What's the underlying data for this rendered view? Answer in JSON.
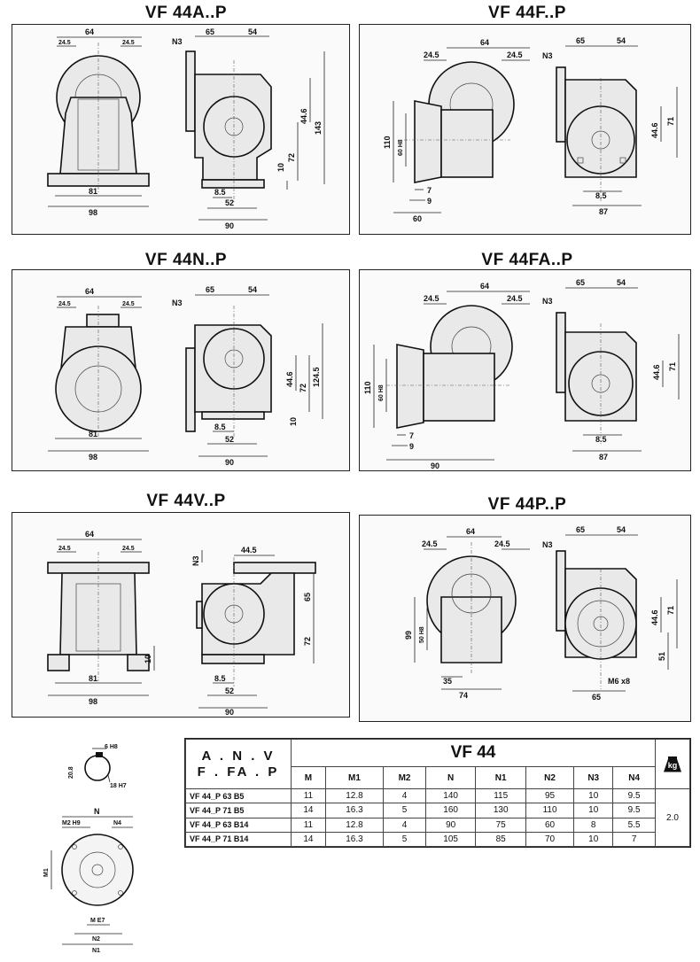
{
  "panels": [
    {
      "title": "VF 44A..P",
      "dims": [
        "64",
        "24.5",
        "24.5",
        "81",
        "98",
        "N3",
        "65",
        "54",
        "44.6",
        "143",
        "72",
        "10",
        "8.5",
        "52",
        "90"
      ]
    },
    {
      "title": "VF 44F..P",
      "dims": [
        "64",
        "24.5",
        "24.5",
        "110",
        "60 H8",
        "7",
        "9",
        "60",
        "N3",
        "65",
        "54",
        "44.6",
        "71",
        "8.5",
        "87"
      ]
    },
    {
      "title": "VF 44N..P",
      "dims": [
        "64",
        "24.5",
        "24.5",
        "81",
        "98",
        "N3",
        "65",
        "54",
        "44.6",
        "124.5",
        "72",
        "10",
        "8.5",
        "52",
        "90"
      ]
    },
    {
      "title": "VF 44FA..P",
      "dims": [
        "64",
        "24.5",
        "24.5",
        "110",
        "60 H8",
        "7",
        "9",
        "90",
        "N3",
        "65",
        "54",
        "44.6",
        "71",
        "8.5",
        "87"
      ]
    },
    {
      "title": "VF 44V..P",
      "dims": [
        "64",
        "24.5",
        "24.5",
        "10",
        "81",
        "98",
        "N3",
        "44.5",
        "65",
        "72",
        "8.5",
        "52",
        "90"
      ]
    },
    {
      "title": "VF 44P..P",
      "dims": [
        "64",
        "24.5",
        "24.5",
        "99",
        "50 H8",
        "35",
        "74",
        "N3",
        "65",
        "54",
        "44.6",
        "71",
        "51",
        "M6 x8",
        "65"
      ]
    }
  ],
  "shaft_detail": {
    "labels": [
      "6 H8",
      "20.8",
      "18 H7"
    ]
  },
  "flange_detail": {
    "labels": [
      "N",
      "M2 H9",
      "N4",
      "M1",
      "M E7",
      "N2",
      "N1"
    ]
  },
  "table": {
    "header_left_1": "A . N . V",
    "header_left_2": "F . FA . P",
    "header_group": "VF 44",
    "columns": [
      "M",
      "M1",
      "M2",
      "N",
      "N1",
      "N2",
      "N3",
      "N4"
    ],
    "weight_icon": "kg",
    "rows": [
      {
        "label": "VF 44_P 63 B5",
        "cells": [
          "11",
          "12.8",
          "4",
          "140",
          "115",
          "95",
          "10",
          "9.5"
        ]
      },
      {
        "label": "VF 44_P 71 B5",
        "cells": [
          "14",
          "16.3",
          "5",
          "160",
          "130",
          "110",
          "10",
          "9.5"
        ]
      },
      {
        "label": "VF 44_P 63 B14",
        "cells": [
          "11",
          "12.8",
          "4",
          "90",
          "75",
          "60",
          "8",
          "5.5"
        ]
      },
      {
        "label": "VF 44_P 71 B14",
        "cells": [
          "14",
          "16.3",
          "5",
          "105",
          "85",
          "70",
          "10",
          "7"
        ]
      }
    ],
    "weight": "2.0"
  }
}
